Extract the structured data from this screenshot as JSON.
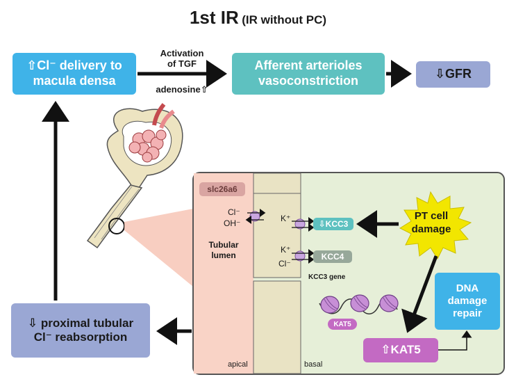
{
  "title": {
    "main": "1st IR",
    "sub": "(IR without PC)"
  },
  "boxes": {
    "cl_delivery": {
      "line1": "⇧Cl⁻ delivery to",
      "line2": "macula densa"
    },
    "afferent": {
      "line1": "Afferent arterioles",
      "line2": "vasoconstriction"
    },
    "gfr": "⇩GFR",
    "proximal": {
      "line1": "⇩ proximal tubular",
      "line2": "Cl⁻ reabsorption"
    },
    "dna": {
      "line1": "DNA",
      "line2": "damage",
      "line3": "repair"
    },
    "kat5": "⇧KAT5",
    "pt_damage": {
      "line1": "PT cell",
      "line2": "damage"
    }
  },
  "arrow_labels": {
    "activation": "Activation",
    "tgf": "of TGF",
    "adenosine": "adenosine⇧"
  },
  "inset": {
    "slc": "slc26a6",
    "lumen1": "Tubular",
    "lumen2": "lumen",
    "cl": "Cl⁻",
    "oh": "OH⁻",
    "k1": "K⁺",
    "k2": "K⁺",
    "cl2": "Cl⁻",
    "kcc3": "⇩KCC3",
    "kcc4": "KCC4",
    "kcc3_gene": "KCC3 gene",
    "kat5_label": "KAT5",
    "apical": "apical",
    "basal": "basal"
  },
  "colors": {
    "blue": "#3fb3e8",
    "teal": "#5ec1c0",
    "lavender": "#9aa7d4",
    "purple": "#c36ac3",
    "yellow": "#f2e600",
    "inset_bg": "#e6efd8",
    "lumen_bg": "#f9d3c6",
    "cell_bg": "#e9e3c4"
  }
}
